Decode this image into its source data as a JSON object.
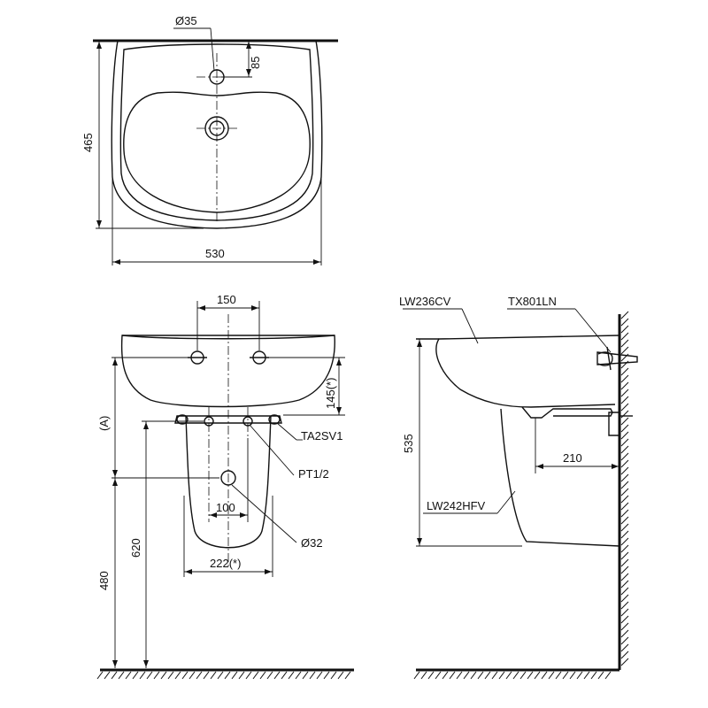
{
  "top_view": {
    "dim_hole_diameter": "Ø35",
    "dim_hole_offset": "85",
    "dim_depth": "465",
    "dim_width": "530"
  },
  "front_view": {
    "dim_tap_spacing": "150",
    "dim_145": "145(*)",
    "dim_A": "(A)",
    "label_trap": "TA2SV1",
    "label_pt": "PT1/2",
    "dim_100": "100",
    "dim_waste": "Ø32",
    "dim_222": "222(*)",
    "dim_620": "620",
    "dim_480": "480"
  },
  "side_view": {
    "label_basin": "LW236CV",
    "label_faucet": "TX801LN",
    "dim_535": "535",
    "dim_210": "210",
    "label_pedestal": "LW242HFV"
  }
}
